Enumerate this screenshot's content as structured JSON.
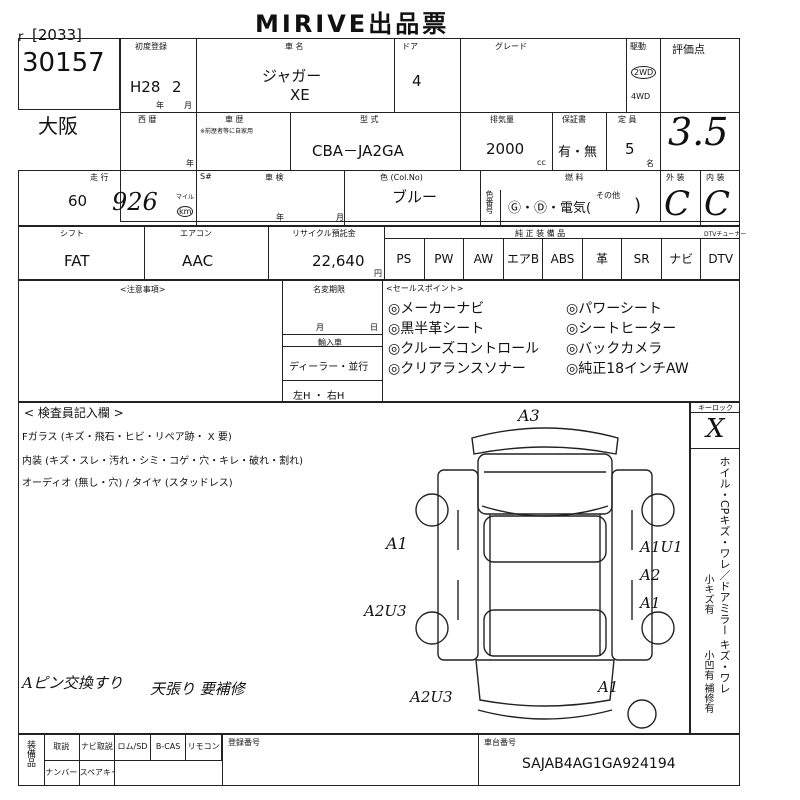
{
  "header": {
    "title": "MIRIVE出品票",
    "ref": "[2033]",
    "ref_prefix": "r"
  },
  "lot": {
    "number": "30157",
    "region": "大阪"
  },
  "first_reg": {
    "label": "初度登録",
    "era": "H28",
    "month": "2",
    "unit_year": "年",
    "unit_month": "月"
  },
  "car_name": {
    "label": "車 名",
    "value1": "ジャガー",
    "value2": "XE"
  },
  "doors": {
    "label": "ドア",
    "value": "4"
  },
  "grade": {
    "label": "グレード",
    "value": ""
  },
  "drive": {
    "label": "駆動",
    "opt1": "2WD",
    "opt2": "4WD"
  },
  "score": {
    "label": "評価点",
    "value": "3.5"
  },
  "row2": {
    "nishiki_label": "西 暦",
    "nishiki_unit": "年",
    "sharyo_label": "車 歴",
    "sharyo_sub": "※前歴者等に自家用",
    "model_label": "型 式",
    "model": "CBA－JA2GA",
    "displacement_label": "排気量",
    "displacement": "2000",
    "displacement_unit": "cc",
    "warranty_label": "保証書",
    "warranty": "有・無",
    "capacity_label": "定 員",
    "capacity": "5",
    "capacity_unit": "名"
  },
  "row3": {
    "mileage_label": "走 行",
    "mileage_prefix": "60",
    "mileage_hand": "926",
    "mileage_unit1": "マイル",
    "mileage_unit2": "km",
    "sw_label": "S#",
    "inspection_label": "車 検",
    "inspection_year": "年",
    "inspection_month": "月",
    "color_label": "色 (Col.No)",
    "color": "ブルー",
    "color_num_label": "色番号",
    "fuel_label": "燃 料",
    "fuel_opts": "Ⓖ・Ⓓ・電気(",
    "fuel_other": "その他",
    "fuel_close": ")",
    "exterior_label": "外 装",
    "exterior": "C",
    "interior_label": "内 装",
    "interior": "C"
  },
  "row4": {
    "shift_label": "シフト",
    "shift": "FAT",
    "ac_label": "エアコン",
    "ac": "AAC",
    "recycle_label": "リサイクル預託金",
    "recycle": "22,640",
    "recycle_unit": "円",
    "equip_label": "純 正 装 備 品",
    "equip_items": [
      "PS",
      "PW",
      "AW",
      "エアB",
      "ABS",
      "革",
      "SR",
      "ナビ",
      "DTV"
    ],
    "equip_extra_label": "DTVチューナー"
  },
  "notes": {
    "label": "<注意事項>",
    "change_label": "名変期限",
    "change_month": "月",
    "change_day": "日",
    "import_label": "輸入車",
    "import_value": "ディーラー・並行",
    "handle": "左H ・ 右H",
    "sales_label": "<セールスポイント>",
    "sales_points": [
      "メーカーナビ",
      "パワーシート",
      "黒半革シート",
      "シートヒーター",
      "クルーズコントロール",
      "バックカメラ",
      "クリアランスソナー",
      "純正18インチAW"
    ]
  },
  "inspector": {
    "label": "< 検査員記入欄 >",
    "line1": "Fガラス (キズ・飛石・ヒビ・リペア跡・ X 要)",
    "line2": "内装 (キズ・スレ・汚れ・シミ・コゲ・穴・キレ・破れ・割れ)",
    "line3": "オーディオ (無し・穴) / タイヤ (スタッドレス)",
    "hand_note1": "Aピン交換すり",
    "hand_note2": "天張り 要補修",
    "keylock_label": "キーロック",
    "keylock_value": "X",
    "side_note": "ホイル・CPキズ・ワレ／ドアミラー キズ・ワレ",
    "side_note2": "小キズ有",
    "side_note3": "小凹有 補修有"
  },
  "car_marks": [
    "A3",
    "A1",
    "A1U1",
    "A2",
    "A1",
    "A2U3",
    "A2U3",
    "A1"
  ],
  "footer": {
    "loaded_label": "装備品",
    "items_row1": [
      "取説",
      "ナビ取説",
      "ロム/SD",
      "B-CAS",
      "リモコン"
    ],
    "items_row2": [
      "ナンバー",
      "スペアキー"
    ],
    "reg_label": "登録番号",
    "vin_label": "車台番号",
    "vin": "SAJAB4AG1GA924194"
  }
}
